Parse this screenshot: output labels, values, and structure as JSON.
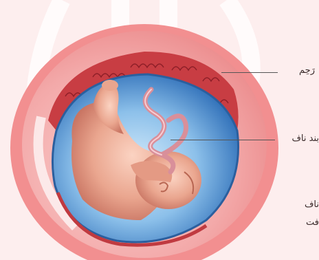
{
  "labels": {
    "uterus": "رَحِم",
    "cord": "بند ناف",
    "note_line1": "ناف",
    "note_line2": "فت"
  },
  "colors": {
    "background": "#fdeeee",
    "uterus_outer": "#f28f90",
    "uterus_wall": "#f5b3b3",
    "placenta": "#c83d43",
    "amniotic_fluid": "#3a7fc4",
    "fetus": "#e9a58e",
    "cord": "#d98f9a"
  }
}
